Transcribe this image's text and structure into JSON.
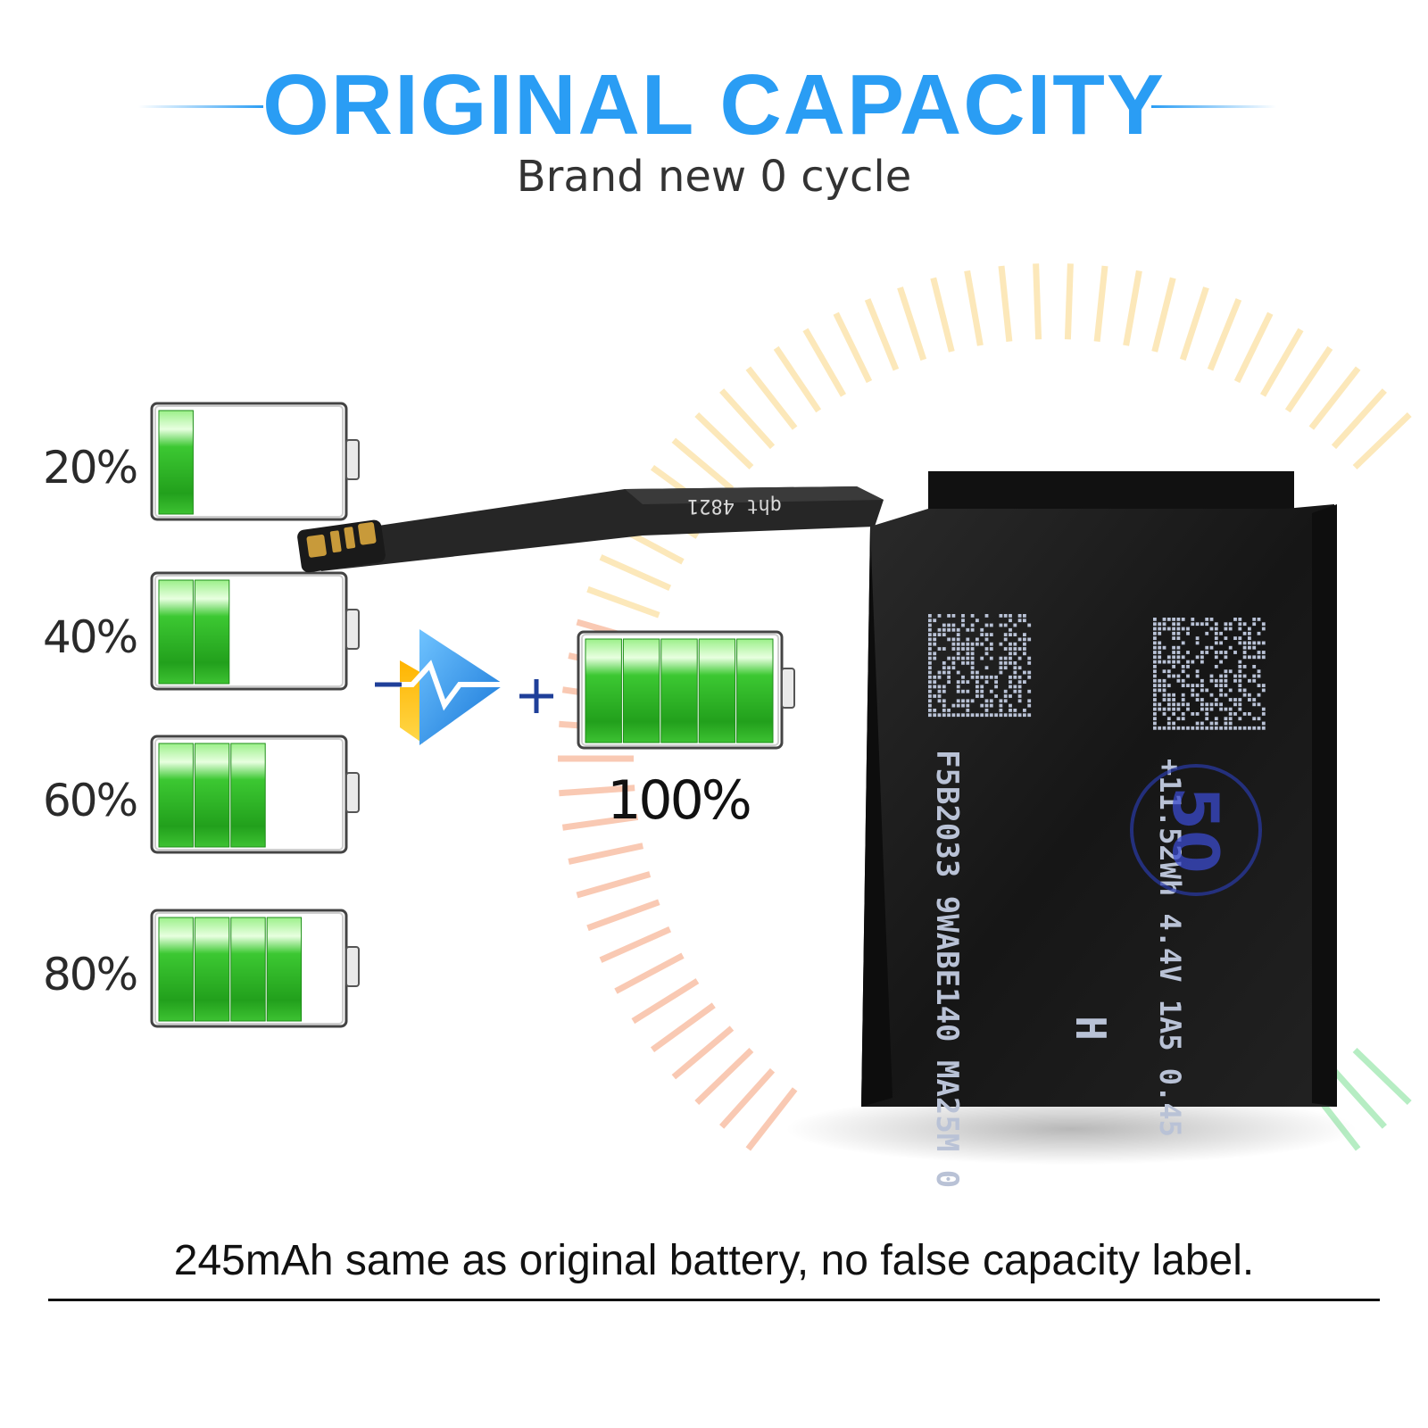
{
  "header": {
    "title": "ORIGINAL CAPACITY",
    "subtitle": "Brand new 0 cycle"
  },
  "levels": [
    {
      "label": "20%",
      "fill": 0.2
    },
    {
      "label": "40%",
      "fill": 0.4
    },
    {
      "label": "60%",
      "fill": 0.6
    },
    {
      "label": "80%",
      "fill": 0.8
    }
  ],
  "full_battery": {
    "label": "100%",
    "fill": 1.0
  },
  "battery_print": {
    "flex_code": "qht 4821",
    "left_code": "F5B2033 9WABE140 MA25M  0",
    "right_code": "+11.52Wh 4.4V 1A5 0.45",
    "stamp": "50",
    "mark": "H"
  },
  "footer": {
    "text": "245mAh same as original battery, no false capacity label."
  },
  "colors": {
    "accent": "#2a9df4",
    "cell_green": "#3cc832",
    "battery_body": "#1c1c1c",
    "text_dark": "#111111"
  },
  "icons": {
    "charge": "lightning-play-icon",
    "plus": "plus-icon"
  }
}
